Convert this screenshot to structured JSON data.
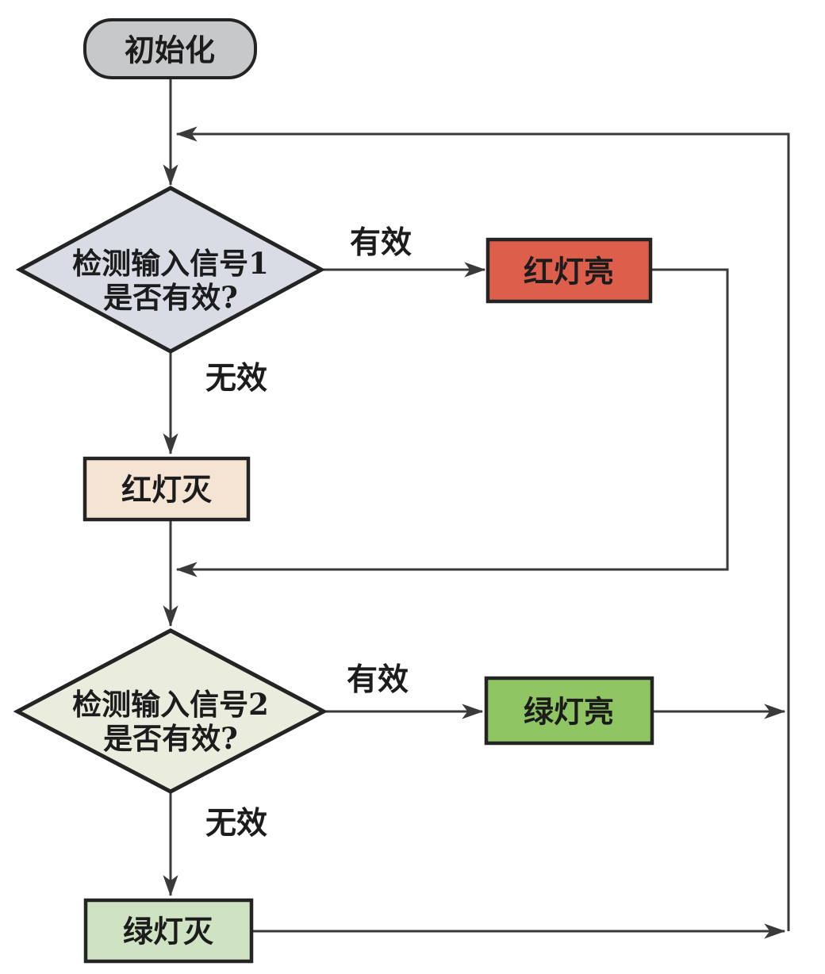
{
  "colors": {
    "background": "#ffffff",
    "ink": "#1c1c1c",
    "line": "#3a3a3a",
    "node_border": "#242424"
  },
  "nodes": {
    "start": {
      "label": "初始化",
      "fill": "#c7c8c9"
    },
    "decision1": {
      "line1": "检测输入信号1",
      "line2": "是否有效?",
      "fill": "#d9dbe5"
    },
    "red_on": {
      "label": "红灯亮",
      "fill": "#dd5e4b"
    },
    "red_off": {
      "label": "红灯灭",
      "fill": "#f5e3d3"
    },
    "decision2": {
      "line1": "检测输入信号2",
      "line2": "是否有效?",
      "fill": "#eaedde"
    },
    "green_on": {
      "label": "绿灯亮",
      "fill": "#8fc562"
    },
    "green_off": {
      "label": "绿灯灭",
      "fill": "#cfe3c3"
    }
  },
  "edges": {
    "decision1_valid": "有效",
    "decision1_invalid": "无效",
    "decision2_valid": "有效",
    "decision2_invalid": "无效"
  }
}
